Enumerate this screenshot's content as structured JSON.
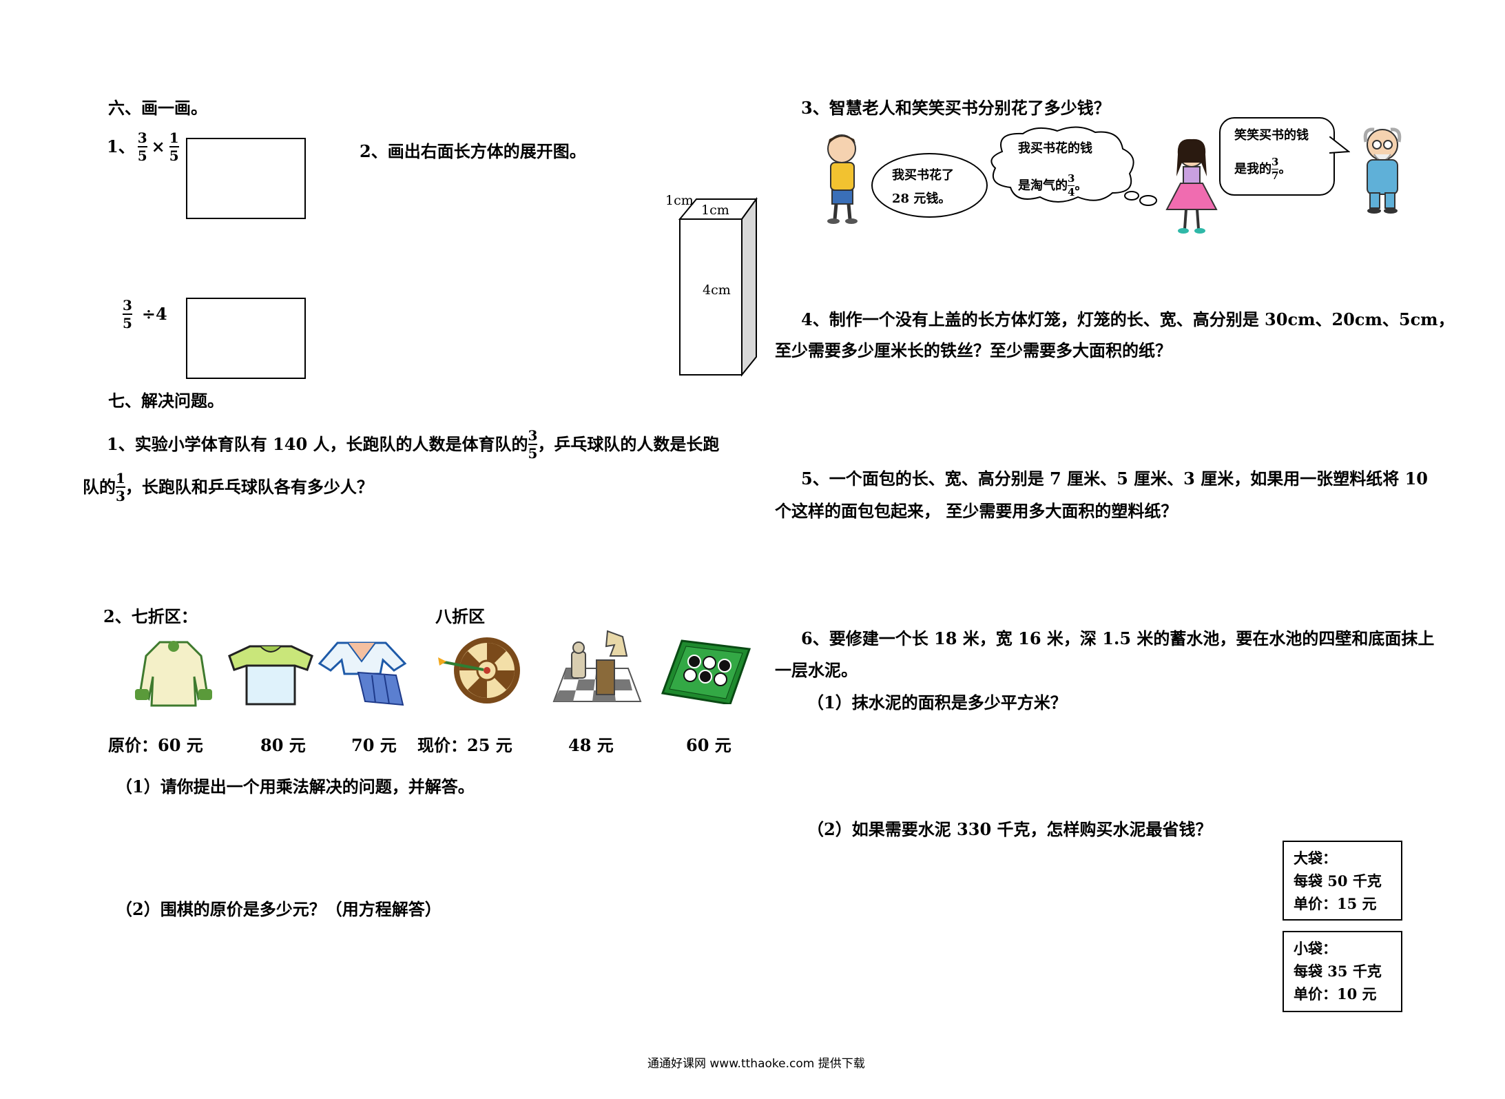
{
  "section6": {
    "title": "六、画一画。",
    "q1_prefix": "1、",
    "q1_f1": {
      "num": "3",
      "den": "5"
    },
    "q1_op": "×",
    "q1_f2": {
      "num": "1",
      "den": "5"
    },
    "q2_text": "2、画出右面长方体的展开图。",
    "q3_f": {
      "num": "3",
      "den": "5"
    },
    "q3_op": "÷4",
    "cuboid_labels": {
      "front_top": "1cm",
      "top_side": "1cm",
      "height": "4cm"
    }
  },
  "section7": {
    "title": "七、解决问题。",
    "q1_line1_a": "1、实验小学体育队有 140 人，长跑队的人数是体育队的",
    "q1_f1": {
      "num": "3",
      "den": "5"
    },
    "q1_line1_b": "，乒乓球队的人数是长跑",
    "q1_line2_a": "队的",
    "q1_f2": {
      "num": "1",
      "den": "3"
    },
    "q1_line2_b": "，长跑队和乒乓球队各有多少人？",
    "q2_label": "2、七折区：",
    "zone2_label": "八折区",
    "prices": [
      "原价：60 元",
      "80 元",
      "70 元",
      "现价：25 元",
      "48 元",
      "60 元"
    ],
    "sub1": "（1）请你提出一个用乘法解决的问题，并解答。",
    "sub2": "（2）围棋的原价是多少元？（用方程解答）"
  },
  "right": {
    "q3": "3、智慧老人和笑笑买书分别花了多少钱？",
    "bubble_boy_1": "我买书花了",
    "bubble_boy_2": "28 元钱。",
    "bubble_girl_1": "我买书花的钱",
    "bubble_girl_2": "是淘气的",
    "bubble_girl_f": {
      "num": "3",
      "den": "4"
    },
    "bubble_girl_end": "。",
    "bubble_old_1": "笑笑买书的钱",
    "bubble_old_2": "是我的",
    "bubble_old_f": {
      "num": "3",
      "den": "7"
    },
    "bubble_old_end": "。",
    "q4_line1": "4、制作一个没有上盖的长方体灯笼，灯笼的长、宽、高分别是 30cm、20cm、5cm，",
    "q4_line2": "至少需要多少厘米长的铁丝？至少需要多大面积的纸？",
    "q5_line1": "5、一个面包的长、宽、高分别是 7 厘米、5 厘米、3 厘米，如果用一张塑料纸将 10",
    "q5_line2": "个这样的面包包起来，  至少需要用多大面积的塑料纸？",
    "q6_line1": "6、要修建一个长 18 米，宽 16 米，深 1.5 米的蓄水池，要在水池的四壁和底面抹上",
    "q6_line2": "一层水泥。",
    "q6_sub1": "（1）抹水泥的面积是多少平方米？",
    "q6_sub2": "（2）如果需要水泥 330 千克，怎样购买水泥最省钱？",
    "big_bag": [
      "大袋：",
      "每袋 50 千克",
      "单价：15 元"
    ],
    "small_bag": [
      "小袋：",
      "每袋 35 千克",
      "单价：10 元"
    ]
  },
  "footer": "通通好课网  www.tthaoke.com  提供下载"
}
